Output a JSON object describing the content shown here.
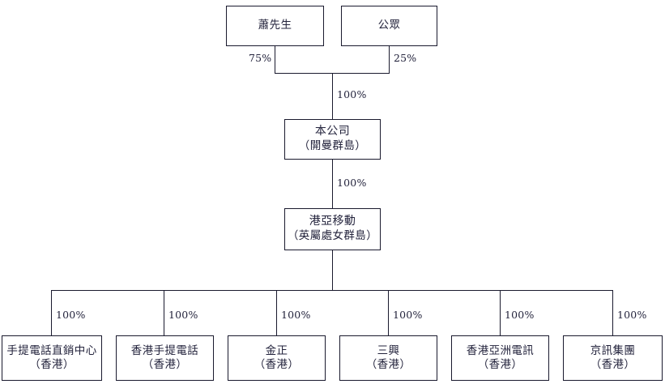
{
  "diagram": {
    "title": "Corporate shareholding structure chart",
    "stroke_color": "#1a1a2e",
    "text_color": "#23233c",
    "background": "#ffffff",
    "levels": {
      "shareholders": [
        {
          "id": "mr-siu",
          "line1": "蕭先生",
          "line2": "",
          "stake_label": "75%"
        },
        {
          "id": "public",
          "line1": "公眾",
          "line2": "",
          "stake_label": "25%"
        }
      ],
      "company": {
        "id": "our-company",
        "line1": "本公司",
        "line2": "（開曼群島）",
        "stake_label": "100%"
      },
      "intermediate": {
        "id": "hk-asia-mobile",
        "line1": "港亞移動",
        "line2": "（英屬處女群島）",
        "stake_label": "100%"
      },
      "subsidiaries": [
        {
          "id": "mobile-phone-direct-sales-centre",
          "line1": "手提電話直銷中心",
          "line2": "（香港）",
          "stake_label": "100%"
        },
        {
          "id": "hong-kong-mobile-phone",
          "line1": "香港手提電話",
          "line2": "（香港）",
          "stake_label": "100%"
        },
        {
          "id": "kam-ching",
          "line1": "金正",
          "line2": "（香港）",
          "stake_label": "100%"
        },
        {
          "id": "sam-hing",
          "line1": "三興",
          "line2": "（香港）",
          "stake_label": "100%"
        },
        {
          "id": "hong-kong-asia-telecom",
          "line1": "香港亞洲電訊",
          "line2": "（香港）",
          "stake_label": "100%"
        },
        {
          "id": "king-shun-group",
          "line1": "京訊集團",
          "line2": "（香港）",
          "stake_label": "100%"
        }
      ]
    }
  }
}
